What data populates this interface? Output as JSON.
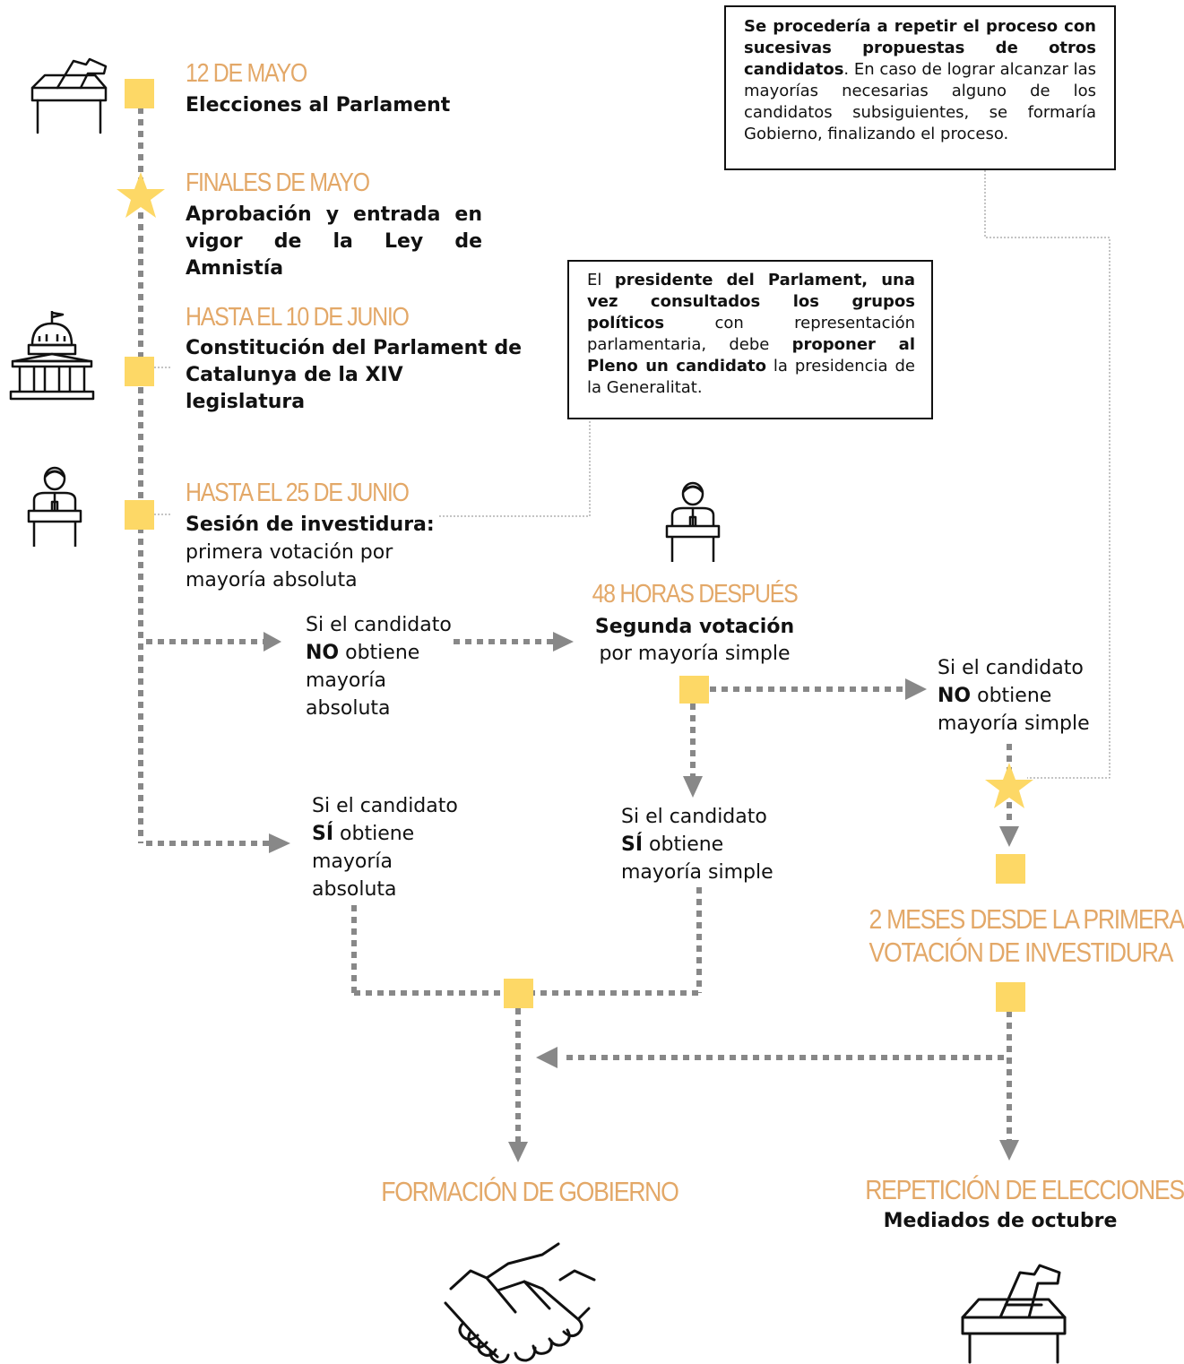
{
  "colors": {
    "accent": "#e3a868",
    "marker": "#fdd866",
    "connector": "#888888",
    "text": "#111111"
  },
  "timeline": {
    "may12": {
      "date": "12 DE MAYO",
      "event": "Elecciones al Parlament"
    },
    "end_may": {
      "date": "FINALES DE MAYO",
      "event": "Aprobación y entrada en vigor de la Ley de Amnistía"
    },
    "june10": {
      "date": "HASTA EL 10 DE JUNIO",
      "event": "Constitución del Parlament de Catalunya de la XIV legislatura"
    },
    "june25": {
      "date": "HASTA EL 25 DE JUNIO",
      "event": "Sesión de investidura:",
      "detail": "primera votación por mayoría absoluta"
    }
  },
  "note_candidate": {
    "t1": "El ",
    "b1": "presidente del Parlament, una vez consultados los grupos políticos",
    "t2": " con representación parlamentaria, debe ",
    "b2": "proponer al Pleno un candidato",
    "t3": " la presidencia de la Generalitat."
  },
  "note_repeat": {
    "b1": "Se procedería a repetir el proceso con sucesivas propuestas de otros candidatos",
    "t1": ". En caso de lograr alcanzar las mayorías necesarias alguno de los candidatos subsiguientes, se formaría Gobierno, finalizando el proceso."
  },
  "branches": {
    "no_absolute": {
      "pre": "Si el candidato",
      "strong": "NO",
      "post": " obtiene",
      "l3": "mayoría",
      "l4": "absoluta"
    },
    "yes_absolute": {
      "pre": "Si el candidato",
      "strong": "SÍ",
      "post": " obtiene",
      "l3": "mayoría",
      "l4": "absoluta"
    },
    "second_vote": {
      "when": "48 HORAS DESPUÉS",
      "title": "Segunda votación",
      "detail": "por mayoría simple"
    },
    "no_simple": {
      "pre": "Si el candidato",
      "strong": "NO",
      "post": " obtiene",
      "l3": "mayoría simple"
    },
    "yes_simple": {
      "pre": "Si el candidato",
      "strong": "SÍ",
      "post": " obtiene",
      "l3": "mayoría simple"
    },
    "two_months": {
      "line1": "2 MESES DESDE LA PRIMERA",
      "line2": "VOTACIÓN DE INVESTIDURA"
    }
  },
  "outcomes": {
    "government": {
      "label": "FORMACIÓN DE GOBIERNO"
    },
    "repeat": {
      "label": "REPETICIÓN DE ELECCIONES",
      "detail": "Mediados de octubre"
    }
  },
  "icons": [
    "ballot-box-icon",
    "parliament-building-icon",
    "speaker-podium-icon",
    "handshake-icon"
  ]
}
